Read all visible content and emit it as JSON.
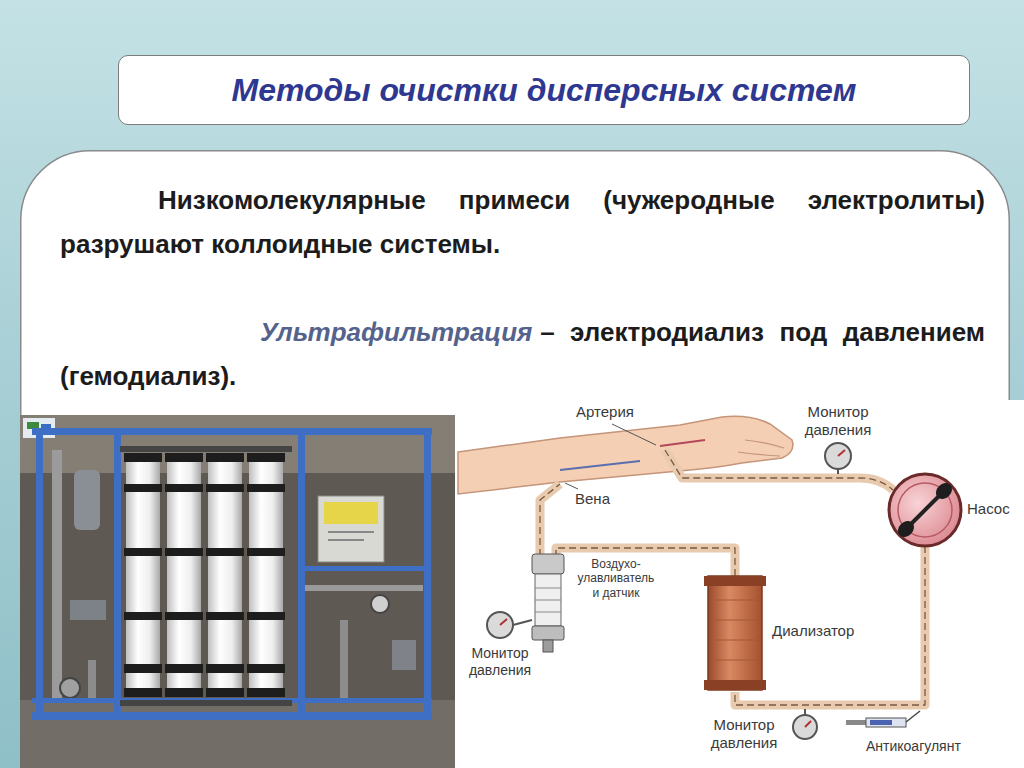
{
  "diagram": {
    "title": "Методы очистки дисперсных систем",
    "nodes": [
      {
        "text": [
          "Низкомолекулярные примеси (чужеродные электролиты) разрушают коллоидные системы.",
          "Ультрафильтрация",
          "– электродиализ под давлением (гемодиализ)."
        ]
      }
    ],
    "labels": [
      "Артерия",
      "Монитор давления",
      "Вена",
      "Насос",
      "Воздухо-улавливатель и датчик",
      "Монитор давления",
      "Диализатор",
      "Монитор давления",
      "Антикоагулянт"
    ]
  }
}
